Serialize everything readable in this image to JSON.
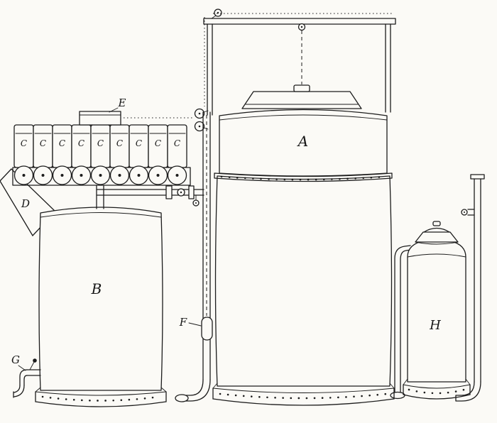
{
  "figure": {
    "paper_color": "#fbfaf6",
    "ink_color": "#1c1c1c",
    "labels": {
      "tank_a": "A",
      "tank_b": "B",
      "cell": "C",
      "chute": "D",
      "cover": "E",
      "gauge": "F",
      "spigot": "G",
      "can": "H"
    }
  }
}
